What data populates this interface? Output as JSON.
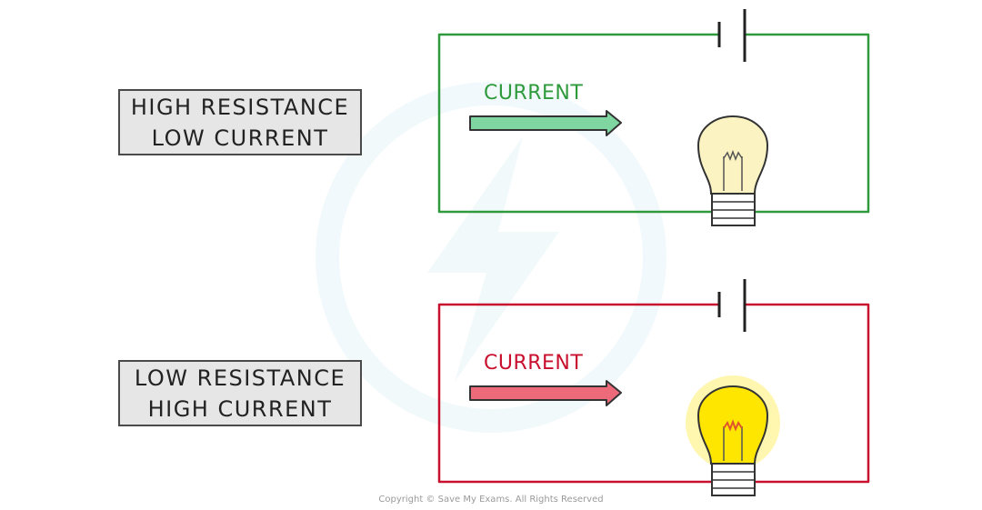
{
  "colors": {
    "circuit_top": "#2e9a3c",
    "circuit_bottom": "#c8102e",
    "arrow_top_fill": "#7fd6a1",
    "arrow_bottom_fill": "#ec6a7a",
    "bulb_dim": "#fbf4c2",
    "bulb_bright": "#ffe600",
    "glow": "#fff6b0"
  },
  "top": {
    "label_line1": "HIGH RESISTANCE",
    "label_line2": "LOW CURRENT",
    "current_label": "CURRENT"
  },
  "bottom": {
    "label_line1": "LOW RESISTANCE",
    "label_line2": "HIGH CURRENT",
    "current_label": "CURRENT"
  },
  "footer": {
    "copyright": "Copyright © Save My Exams. All Rights Reserved"
  }
}
